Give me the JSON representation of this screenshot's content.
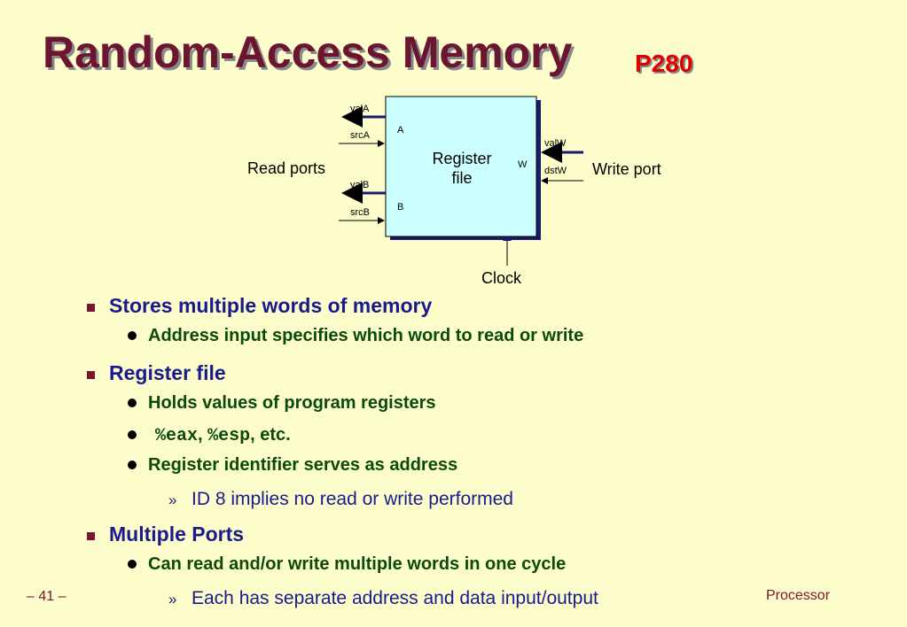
{
  "title": "Random-Access Memory",
  "title_ref": "P280",
  "diagram": {
    "block_label_line1": "Register",
    "block_label_line2": "file",
    "port_a": "A",
    "port_b": "B",
    "port_w": "W",
    "valA": "valA",
    "srcA": "srcA",
    "valB": "valB",
    "srcB": "srcB",
    "valW": "valW",
    "dstW": "dstW",
    "read_ports": "Read ports",
    "write_port": "Write port",
    "clock": "Clock"
  },
  "bullets": {
    "b1": "Stores multiple words of memory",
    "b1_1": "Address input specifies which word to read or write",
    "b2": "Register file",
    "b2_1": "Holds values of program registers",
    "b2_2_reg1": "%eax",
    "b2_2_sep": ", ",
    "b2_2_reg2": "%esp",
    "b2_2_tail": ", etc.",
    "b2_3": "Register identifier serves as address",
    "b2_3_1_mark": "»",
    "b2_3_1": "ID 8 implies no read or write performed",
    "b3": "Multiple Ports",
    "b3_1": "Can read and/or write multiple words in one cycle",
    "b3_1_1_mark": "»",
    "b3_1_1": "Each has separate address and data input/output"
  },
  "footer": {
    "page": "– 41 –",
    "section": "Processor"
  },
  "colors": {
    "background": "#fdfdcc",
    "title": "#6b1530",
    "title_ref": "#e00000",
    "level1": "#1a1a8c",
    "level2": "#0b4a0b",
    "register_fill": "#ccffff"
  }
}
